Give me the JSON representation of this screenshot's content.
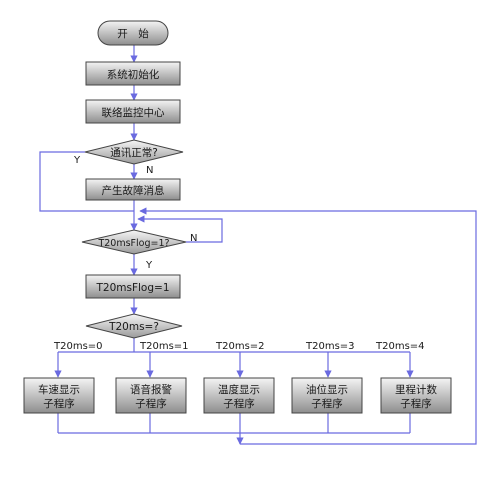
{
  "colors": {
    "box_fill_light": "#f2f2f2",
    "box_fill_dark": "#9a9a9a",
    "box_stroke": "#444444",
    "line": "#6a6ae0",
    "text": "#1a1a1a"
  },
  "nodes": {
    "start": "开　始",
    "init": "系统初始化",
    "monitor": "联络监控中心",
    "comm_check": "通讯正常?",
    "fault": "产生故障消息",
    "flag_check": "T20msFlog=1?",
    "flag_set": "T20msFlog=1",
    "switch": "T20ms=?"
  },
  "labels": {
    "comm_yes": "Y",
    "comm_no": "N",
    "flag_no": "N",
    "flag_yes": "Y"
  },
  "cases": [
    {
      "value": "T20ms=0",
      "line1": "车速显示",
      "line2": "子程序"
    },
    {
      "value": "T20ms=1",
      "line1": "语音报警",
      "line2": "子程序"
    },
    {
      "value": "T20ms=2",
      "line1": "温度显示",
      "line2": "子程序"
    },
    {
      "value": "T20ms=3",
      "line1": "油位显示",
      "line2": "子程序"
    },
    {
      "value": "T20ms=4",
      "line1": "里程计数",
      "line2": "子程序"
    }
  ]
}
